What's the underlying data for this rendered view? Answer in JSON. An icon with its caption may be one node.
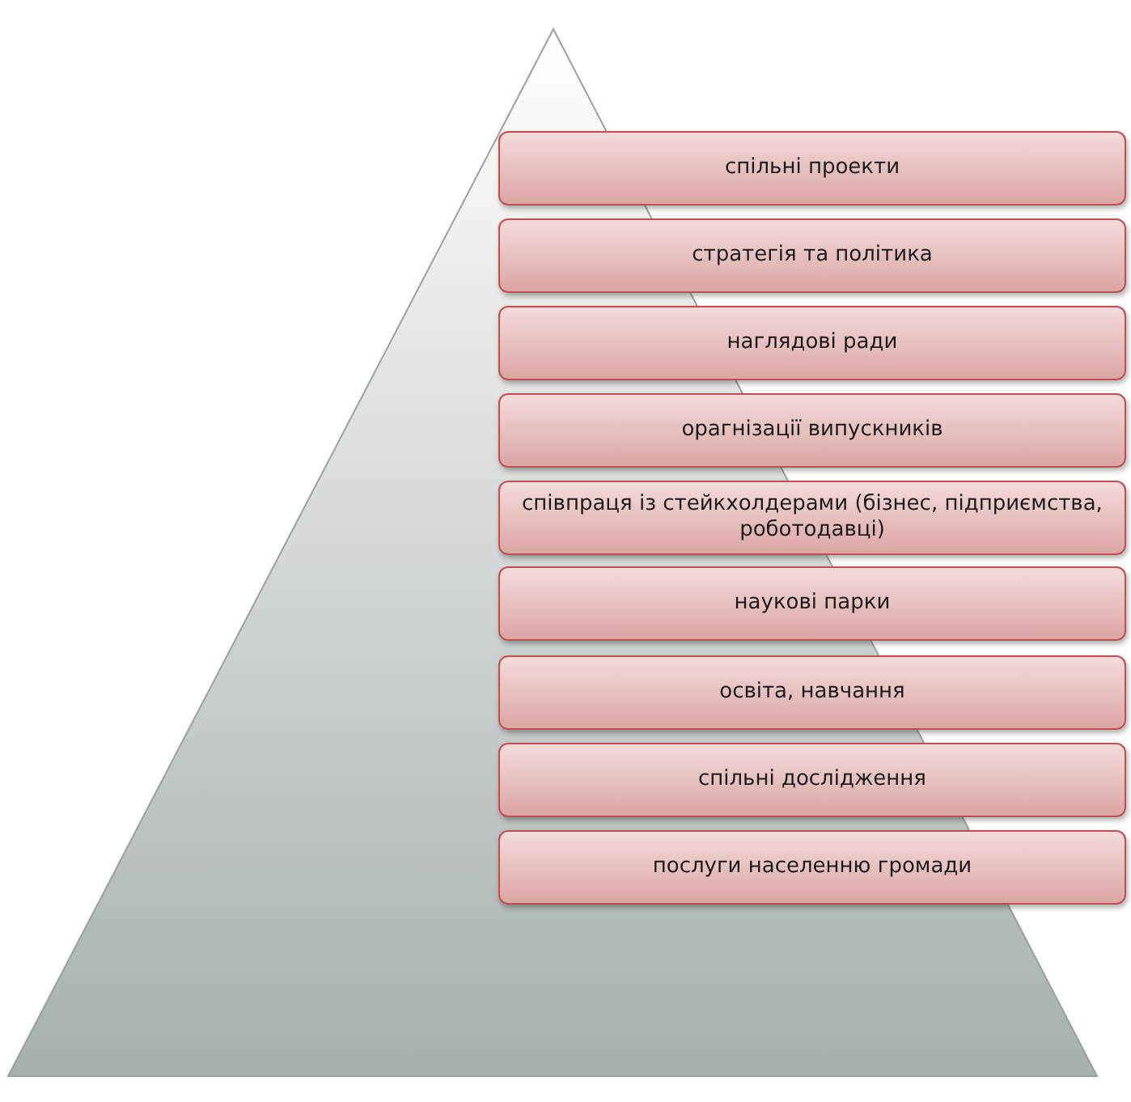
{
  "diagram": {
    "nodes": [
      {
        "text": [
          "спільні проекти"
        ]
      },
      {
        "text": [
          "стратегія та політика"
        ]
      },
      {
        "text": [
          "наглядові ради"
        ]
      },
      {
        "text": [
          "орагнізації випускників"
        ]
      },
      {
        "text": [
          "співпраця із стейкхолдерами (бізнес, підприємства, роботодавці)"
        ]
      },
      {
        "text": [
          "наукові парки"
        ]
      },
      {
        "text": [
          "освіта, навчання"
        ]
      },
      {
        "text": [
          "спільні дослідження"
        ]
      },
      {
        "text": [
          "послуги населенню громади"
        ]
      }
    ]
  }
}
